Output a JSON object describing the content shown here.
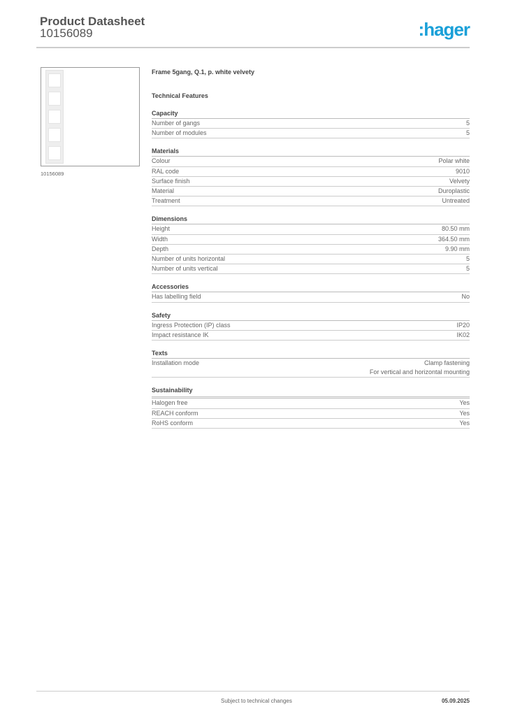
{
  "header": {
    "title": "Product Datasheet",
    "doc_number": "10156089",
    "logo": ":hager",
    "logo_color": "#1aa0d8"
  },
  "image": {
    "caption": "10156089"
  },
  "product": {
    "name": "Frame 5gang, Q.1, p. white velvety",
    "section_title": "Technical Features"
  },
  "sections": [
    {
      "title": "Capacity",
      "rows": [
        {
          "label": "Number of gangs",
          "value": "5"
        },
        {
          "label": "Number of modules",
          "value": "5"
        }
      ]
    },
    {
      "title": "Materials",
      "rows": [
        {
          "label": "Colour",
          "value": "Polar white"
        },
        {
          "label": "RAL code",
          "value": "9010"
        },
        {
          "label": "Surface finish",
          "value": "Velvety"
        },
        {
          "label": "Material",
          "value": "Duroplastic"
        },
        {
          "label": "Treatment",
          "value": "Untreated"
        }
      ]
    },
    {
      "title": "Dimensions",
      "rows": [
        {
          "label": "Height",
          "value": "80.50 mm"
        },
        {
          "label": "Width",
          "value": "364.50 mm"
        },
        {
          "label": "Depth",
          "value": "9.90 mm"
        },
        {
          "label": "Number of units horizontal",
          "value": "5"
        },
        {
          "label": "Number of units vertical",
          "value": "5"
        }
      ]
    },
    {
      "title": "Accessories",
      "rows": [
        {
          "label": "Has labelling field",
          "value": "No"
        }
      ]
    },
    {
      "title": "Safety",
      "rows": [
        {
          "label": "Ingress Protection (IP) class",
          "value": "IP20"
        },
        {
          "label": "Impact resistance IK",
          "value": "IK02"
        }
      ]
    },
    {
      "title": "Texts",
      "rows": [
        {
          "label": "Installation mode",
          "value": "Clamp fastening",
          "value2": "For vertical and horizontal mounting"
        }
      ]
    },
    {
      "title": "Sustainability",
      "rows": [
        {
          "label": "Halogen free",
          "value": "Yes"
        },
        {
          "label": "REACH conform",
          "value": "Yes"
        },
        {
          "label": "RoHS conform",
          "value": "Yes"
        }
      ]
    }
  ],
  "footer": {
    "note": "Subject to technical changes",
    "date": "05.09.2025"
  }
}
